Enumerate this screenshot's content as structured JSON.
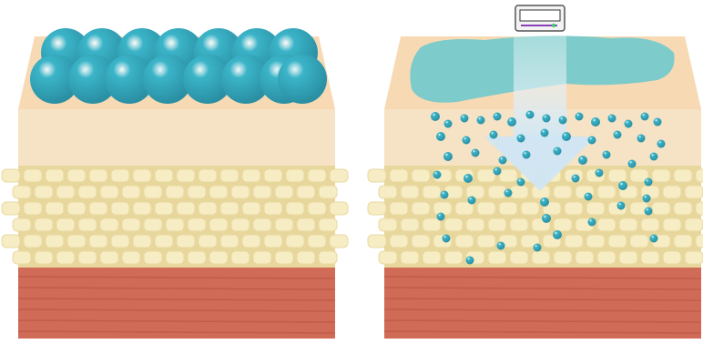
{
  "panels": [
    {
      "name": "left",
      "surface_particles": "large-droplets",
      "penetration": "none"
    },
    {
      "name": "right",
      "surface_particles": "film-and-micro-droplets",
      "penetration": "deep"
    }
  ],
  "colors": {
    "top_skin": "#f7d9b4",
    "epidermis": "#f6e3c5",
    "fat_cells": "#f7edc4",
    "fat_stroke": "#ead8a0",
    "fat_bg": "#e8d79c",
    "muscle": "#cf6b57",
    "muscle_line": "#b8513f",
    "droplet": "#3bb4c8",
    "droplet_dark": "#2a8fa3",
    "film": "#6fc9cc",
    "arrow": "#cfe6f4"
  },
  "icons": [
    "applicator-device-icon",
    "down-arrow-icon"
  ]
}
